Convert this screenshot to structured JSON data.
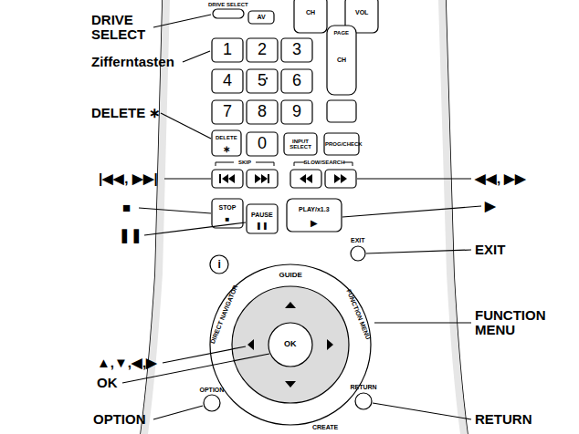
{
  "diagram": {
    "labels": [
      "DRIVE SELECT",
      "Zifferntasten",
      "DELETE ∗",
      "|◀◀, ▶▶|",
      "■",
      "❚❚",
      "▲,▼,◀,▶",
      "OK",
      "OPTION",
      "◀◀, ▶▶",
      "▶",
      "EXIT",
      "FUNCTION MENU",
      "RETURN",
      "DRIVE SELECT",
      "AV",
      "CH",
      "VOL",
      "1",
      "2",
      "3",
      "4",
      "5",
      "6",
      "7",
      "8",
      "9",
      "0",
      "PAGE",
      "CH",
      "DELETE",
      "∗",
      "INPUT SELECT",
      "PROG/CHECK",
      "SKIP",
      "SLOW/SEARCH",
      "STOP",
      "■",
      "PAUSE",
      "❚❚",
      "PLAY/x1.3",
      "▶",
      "i",
      "EXIT",
      "GUIDE",
      "OK",
      "FUNCTION MENU",
      "DIRECT NAVIGATOR",
      "OPTION",
      "RETURN",
      "CREATE"
    ]
  }
}
